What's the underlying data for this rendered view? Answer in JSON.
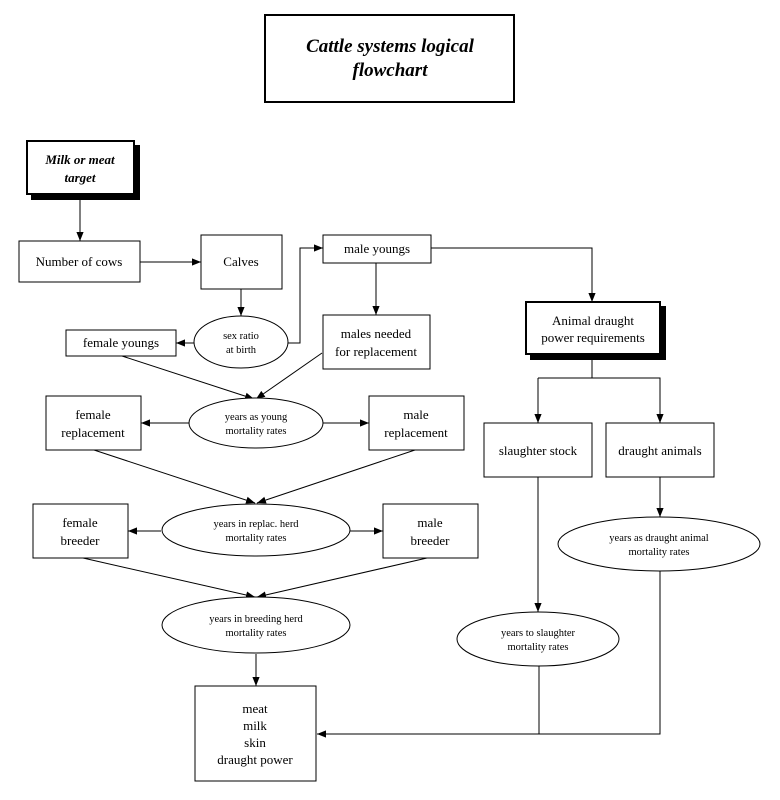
{
  "title": {
    "line1": "Cattle systems logical",
    "line2": "flowchart"
  },
  "nodes": {
    "target": {
      "shape": "shadow-box",
      "lines": [
        "Milk or meat",
        "target"
      ]
    },
    "cows": {
      "shape": "box",
      "lines": [
        "Number of cows"
      ]
    },
    "calves": {
      "shape": "box",
      "lines": [
        "Calves"
      ]
    },
    "male_youngs": {
      "shape": "box",
      "lines": [
        "male youngs"
      ]
    },
    "sex_ratio": {
      "shape": "ellipse",
      "lines": [
        "sex ratio",
        "at birth"
      ]
    },
    "female_youngs": {
      "shape": "box",
      "lines": [
        "female youngs"
      ]
    },
    "males_needed": {
      "shape": "box",
      "lines": [
        "males needed",
        "for replacement"
      ]
    },
    "draught_req": {
      "shape": "shadow-box",
      "lines": [
        "Animal draught",
        "power requirements"
      ]
    },
    "young_mort": {
      "shape": "ellipse",
      "lines": [
        "years as young",
        "mortality rates"
      ]
    },
    "female_repl": {
      "shape": "box",
      "lines": [
        "female",
        "replacement"
      ]
    },
    "male_repl": {
      "shape": "box",
      "lines": [
        "male",
        "replacement"
      ]
    },
    "slaughter_stock": {
      "shape": "box",
      "lines": [
        "slaughter stock"
      ]
    },
    "draught_animals": {
      "shape": "box",
      "lines": [
        "draught animals"
      ]
    },
    "repl_mort": {
      "shape": "ellipse",
      "lines": [
        "years in replac. herd",
        "mortality rates"
      ]
    },
    "female_breeder": {
      "shape": "box",
      "lines": [
        "female",
        "breeder"
      ]
    },
    "male_breeder": {
      "shape": "box",
      "lines": [
        "male",
        "breeder"
      ]
    },
    "draught_mort": {
      "shape": "ellipse",
      "lines": [
        "years as draught animal",
        "mortality rates"
      ]
    },
    "breeding_mort": {
      "shape": "ellipse",
      "lines": [
        "years in breeding herd",
        "mortality rates"
      ]
    },
    "slaughter_mort": {
      "shape": "ellipse",
      "lines": [
        "years to slaughter",
        "mortality rates"
      ]
    },
    "outputs": {
      "shape": "box",
      "lines": [
        "meat",
        "milk",
        "skin",
        "draught power"
      ]
    }
  },
  "edges": [
    {
      "from": "target",
      "to": "cows"
    },
    {
      "from": "cows",
      "to": "calves"
    },
    {
      "from": "calves",
      "to": "sex_ratio"
    },
    {
      "from": "sex_ratio",
      "to": "female_youngs"
    },
    {
      "from": "sex_ratio",
      "to": "male_youngs"
    },
    {
      "from": "male_youngs",
      "to": "males_needed"
    },
    {
      "from": "male_youngs",
      "to": "draught_req"
    },
    {
      "from": "female_youngs",
      "to": "young_mort"
    },
    {
      "from": "males_needed",
      "to": "young_mort"
    },
    {
      "from": "young_mort",
      "to": "female_repl"
    },
    {
      "from": "young_mort",
      "to": "male_repl"
    },
    {
      "from": "draught_req",
      "to": "slaughter_stock"
    },
    {
      "from": "draught_req",
      "to": "draught_animals"
    },
    {
      "from": "female_repl",
      "to": "repl_mort"
    },
    {
      "from": "male_repl",
      "to": "repl_mort"
    },
    {
      "from": "repl_mort",
      "to": "female_breeder"
    },
    {
      "from": "repl_mort",
      "to": "male_breeder"
    },
    {
      "from": "draught_animals",
      "to": "draught_mort"
    },
    {
      "from": "slaughter_stock",
      "to": "slaughter_mort"
    },
    {
      "from": "female_breeder",
      "to": "breeding_mort"
    },
    {
      "from": "male_breeder",
      "to": "breeding_mort"
    },
    {
      "from": "breeding_mort",
      "to": "outputs"
    },
    {
      "from": "slaughter_mort",
      "to": "outputs"
    },
    {
      "from": "draught_mort",
      "to": "outputs"
    }
  ]
}
